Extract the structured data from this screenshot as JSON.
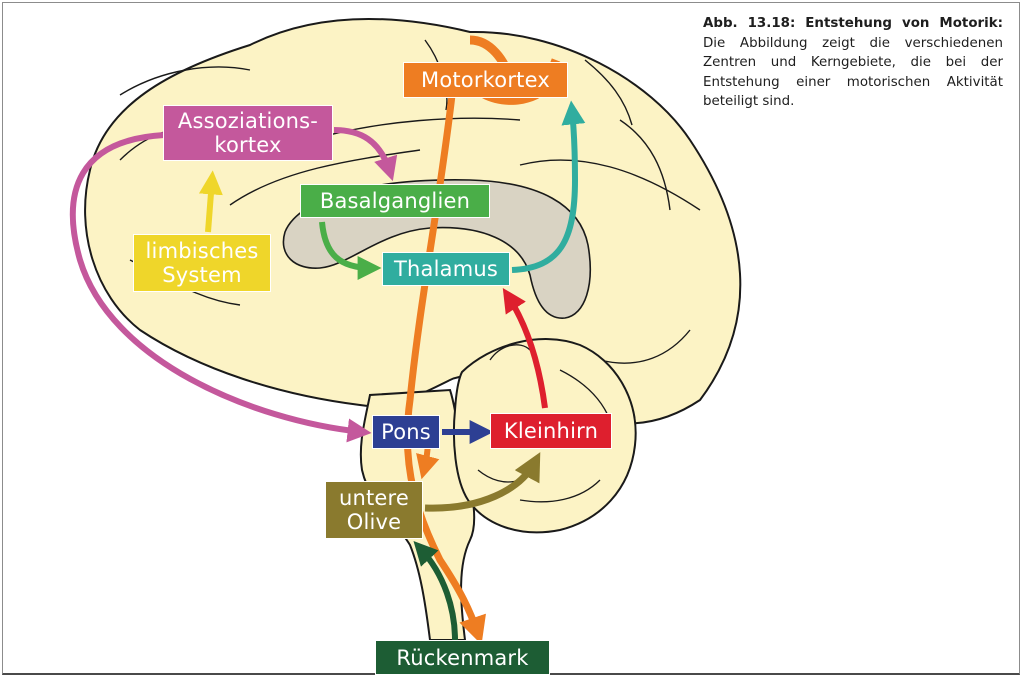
{
  "caption": {
    "label": "Abb. 13.18: Entstehung von Motorik:",
    "text": "Die Abbildung zeigt die verschiedenen Zentren und Kern­gebiete, die bei der Entstehung einer motorischen Aktivität beteiligt sind."
  },
  "nodes": {
    "motorkortex": "Motorkortex",
    "assoziations_line1": "Assoziations-",
    "assoziations_line2": "kortex",
    "basalganglien": "Basalganglien",
    "thalamus": "Thalamus",
    "limbisches_line1": "limbisches",
    "limbisches_line2": "System",
    "pons": "Pons",
    "kleinhirn": "Kleinhirn",
    "olive_line1": "untere",
    "olive_line2": "Olive",
    "rueckenmark": "Rückenmark"
  },
  "colors": {
    "brain_fill": "#fcf3c5",
    "brain_outline": "#1a1a1a",
    "gray_structure": "#d9d3c3",
    "motorkortex": "#ee7d22",
    "assoziationskortex": "#c4589c",
    "basalganglien": "#4aae48",
    "thalamus": "#30ad9f",
    "limbisches_system": "#efd62a",
    "pons": "#2d3f93",
    "kleinhirn": "#de1f2e",
    "untere_olive": "#8a7a2e",
    "rueckenmark": "#1d5d34"
  }
}
